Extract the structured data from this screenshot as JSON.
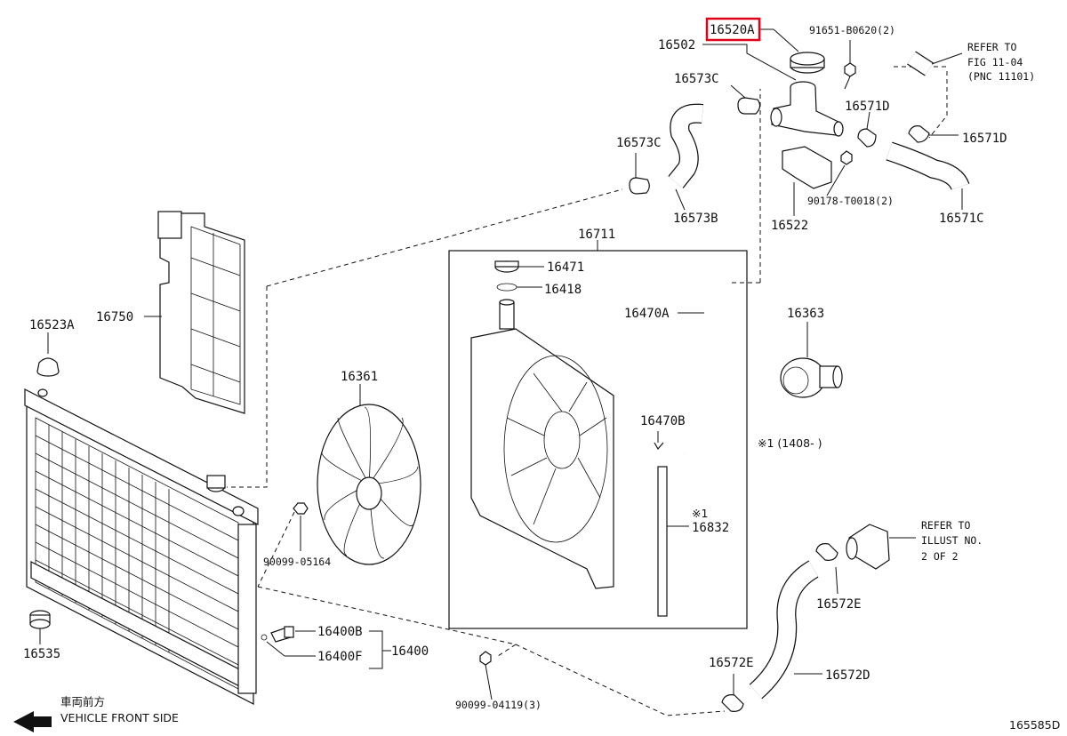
{
  "labels": {
    "l16520A": "16520A",
    "l16502": "16502",
    "l91651": "91651-B0620(2)",
    "refer1_a": "REFER TO",
    "refer1_b": "FIG 11-04",
    "refer1_c": "(PNC 11101)",
    "l16573C_a": "16573C",
    "l16571D_a": "16571D",
    "l16571D_b": "16571D",
    "l16573C_b": "16573C",
    "l90178": "90178-T0018(2)",
    "l16573B": "16573B",
    "l16522": "16522",
    "l16571C": "16571C",
    "l16711": "16711",
    "l16471": "16471",
    "l16418": "16418",
    "l16750": "16750",
    "l16470A": "16470A",
    "l16363": "16363",
    "l16523A": "16523A",
    "l16361": "16361",
    "l16470B": "16470B",
    "note1": "※1 (1408-     )",
    "note1b": "※1",
    "l16832": "16832",
    "l90099_05164": "90099-05164",
    "refer2_a": "REFER TO",
    "refer2_b": "ILLUST NO.",
    "refer2_c": "2 OF 2",
    "l16572E_a": "16572E",
    "l16400B": "16400B",
    "l16400": "16400",
    "l16400F": "16400F",
    "l16535": "16535",
    "l16572E_b": "16572E",
    "l16572D": "16572D",
    "l90099_04119": "90099-04119(3)",
    "front_jp": "車両前方",
    "front_en": "VEHICLE FRONT SIDE",
    "figure_id": "165585D"
  },
  "colors": {
    "line": "#111111",
    "highlight": "#e0001a",
    "background": "#ffffff"
  },
  "highlighted_part": "16520A"
}
